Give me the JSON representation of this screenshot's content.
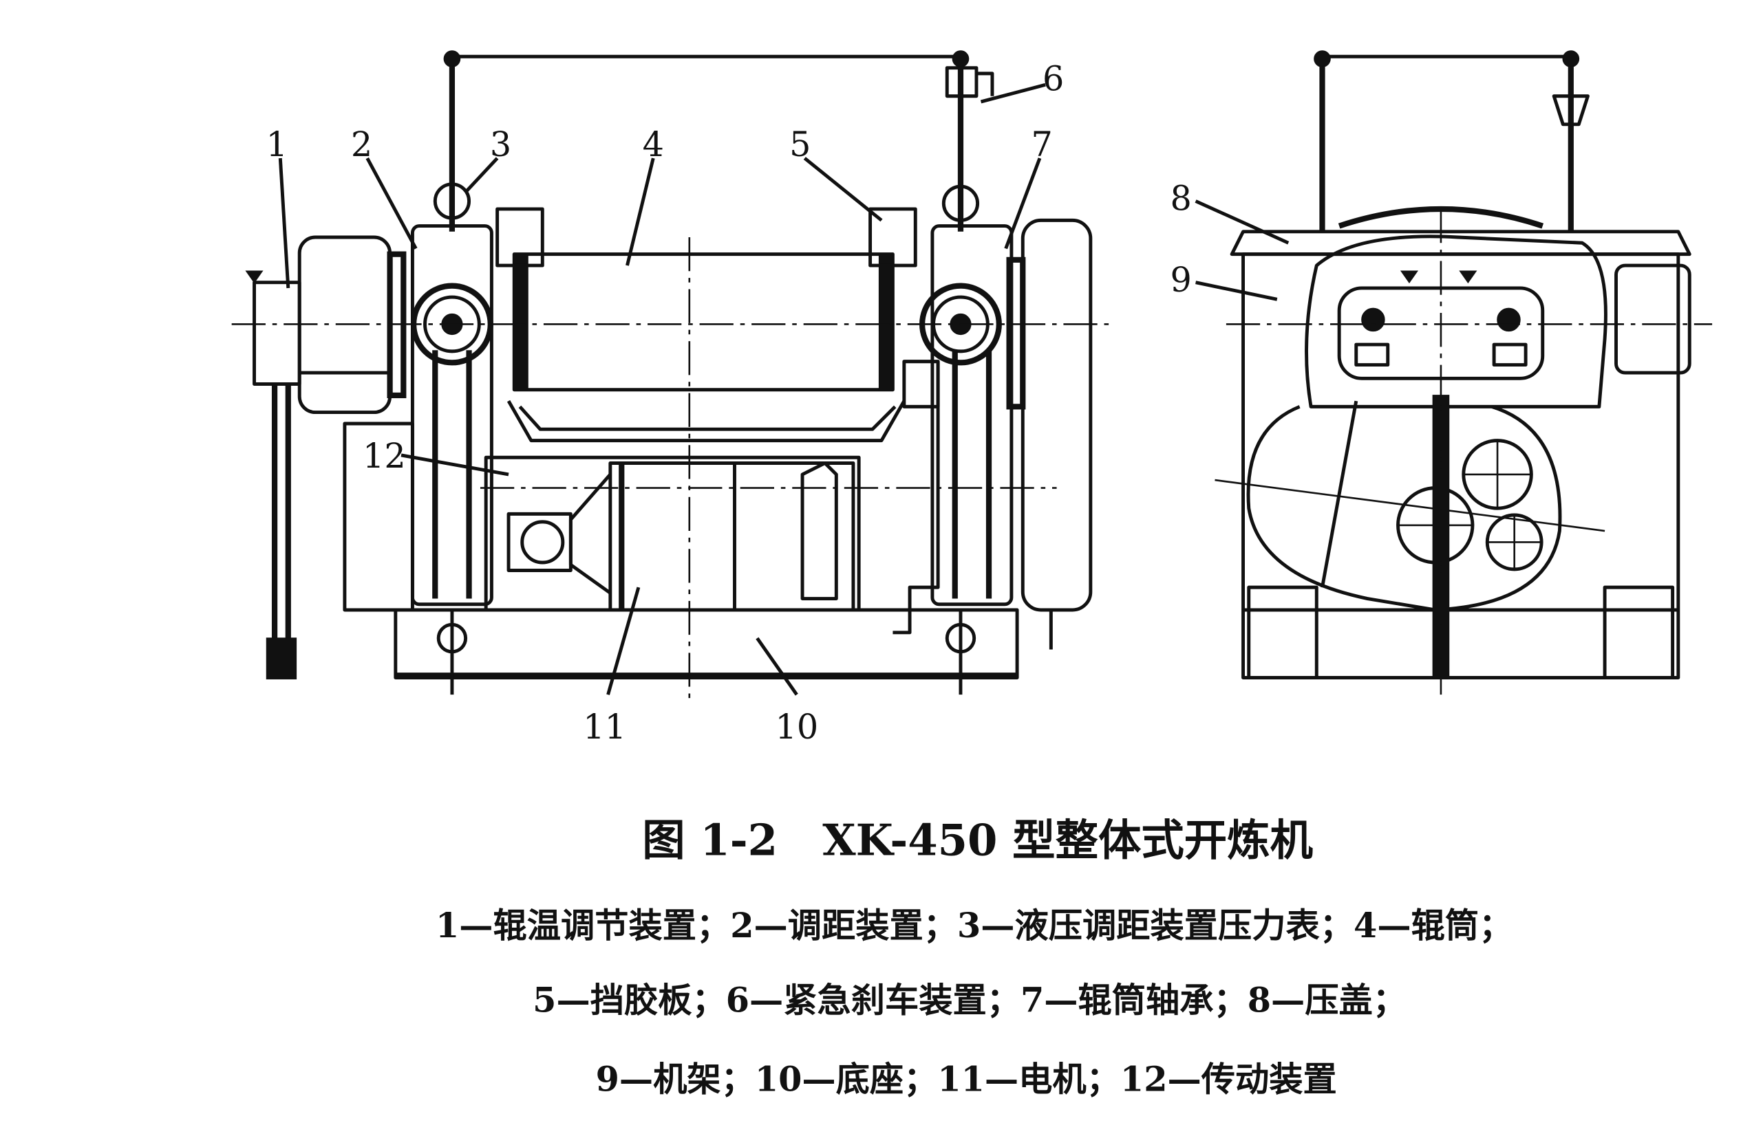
{
  "figure": {
    "labels": [
      "1",
      "2",
      "3",
      "4",
      "5",
      "6",
      "7",
      "8",
      "9",
      "10",
      "11",
      "12"
    ],
    "title": "图 1-2   XK-450 型整体式开炼机",
    "legend_lines": [
      "1—辊温调节装置；2—调距装置；3—液压调距装置压力表；4—辊筒；",
      "5—挡胶板；6—紧急刹车装置；7—辊筒轴承；8—压盖；",
      "9—机架；10—底座；11—电机；12—传动装置"
    ]
  }
}
